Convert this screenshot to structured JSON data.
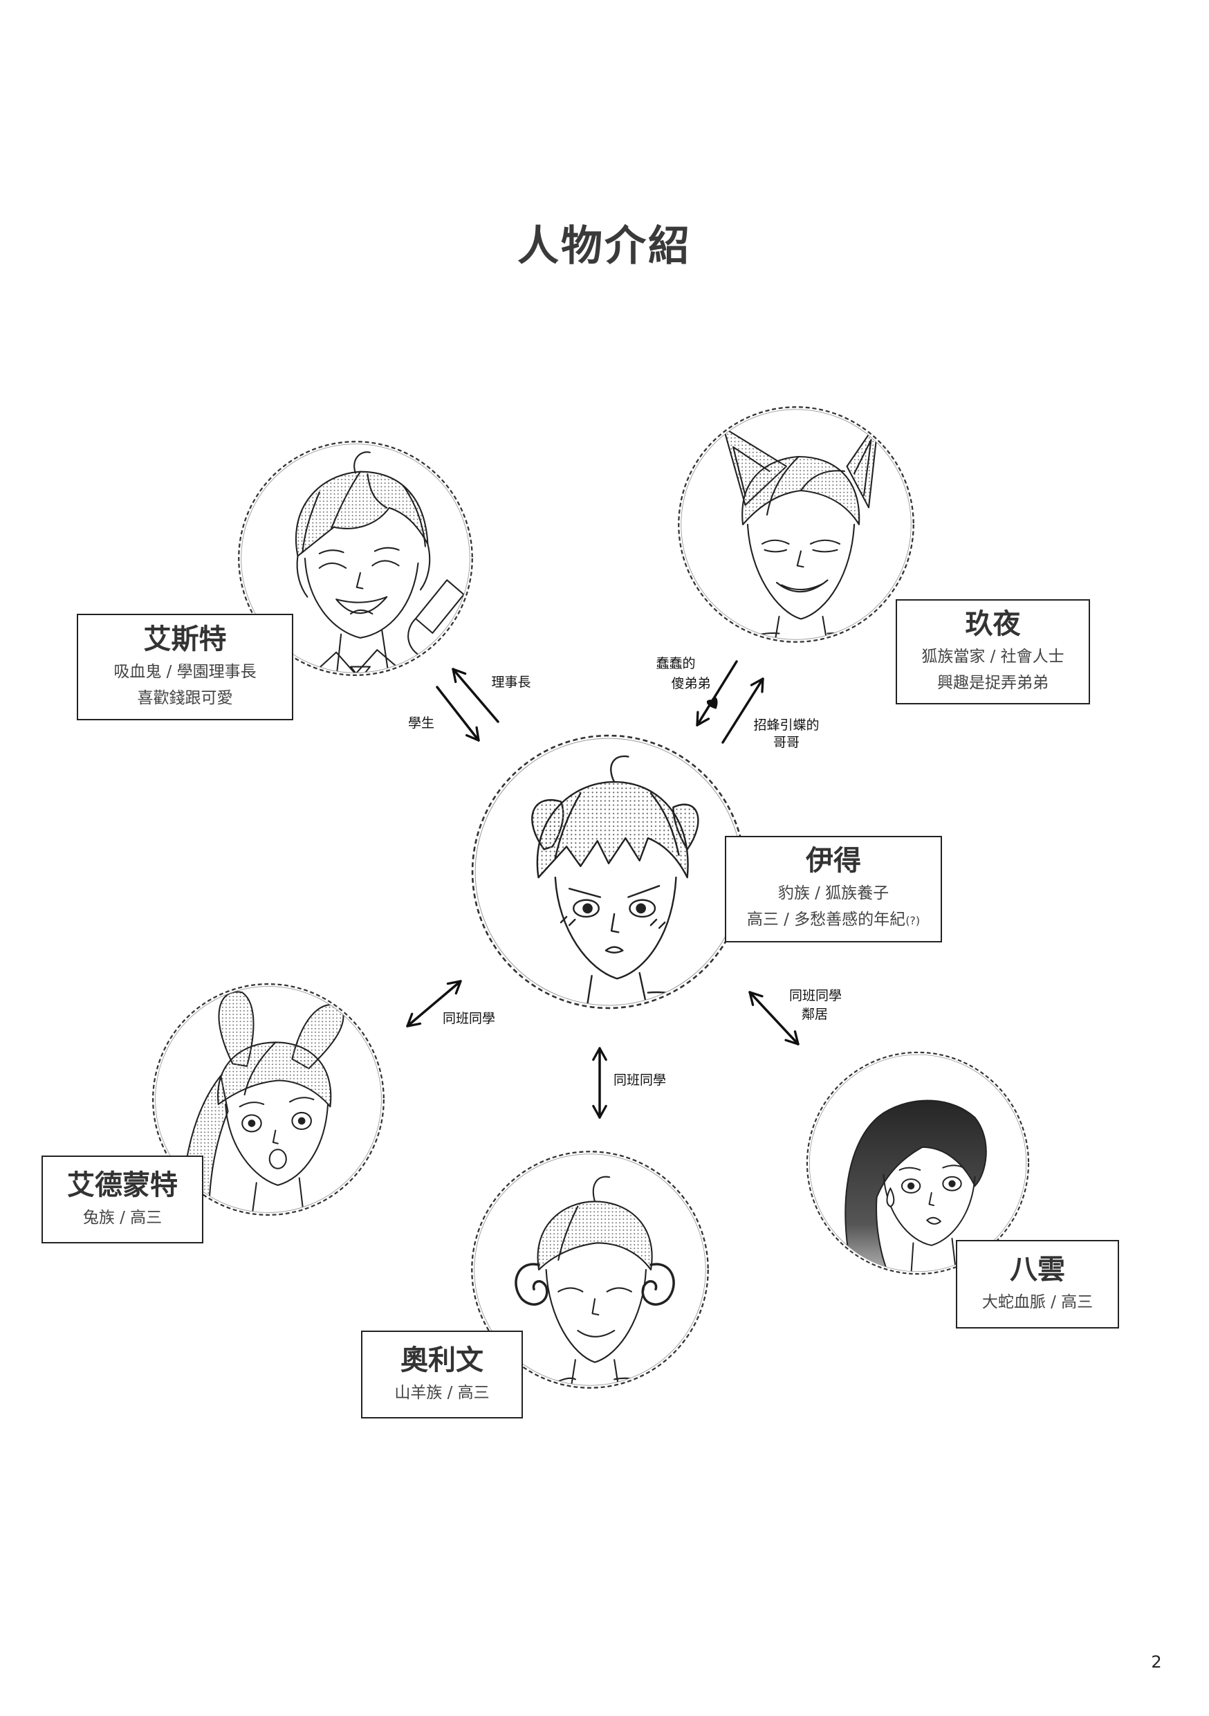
{
  "page": {
    "title": "人物介紹",
    "page_number": "2"
  },
  "characters": [
    {
      "name": "艾斯特",
      "lines": [
        "吸血鬼 / 學園理事長",
        "喜歡錢跟可愛"
      ]
    },
    {
      "name": "玖夜",
      "lines": [
        "狐族當家 / 社會人士",
        "興趣是捉弄弟弟"
      ]
    },
    {
      "name": "伊得",
      "lines": [
        "豹族 / 狐族養子",
        "高三 / 多愁善感的年紀"
      ],
      "note": "(?)"
    },
    {
      "name": "艾德蒙特",
      "lines": [
        "兔族 / 高三"
      ]
    },
    {
      "name": "奧利文",
      "lines": [
        "山羊族 / 高三"
      ]
    },
    {
      "name": "八雲",
      "lines": [
        "大蛇血脈 / 高三"
      ]
    }
  ],
  "relations": [
    {
      "labels": [
        [
          "理事長"
        ],
        [
          "學生"
        ]
      ]
    },
    {
      "labels": [
        [
          "蠢蠢的",
          "傻弟弟"
        ],
        [
          "招蜂引蝶的",
          "哥哥"
        ]
      ]
    },
    {
      "labels": [
        [
          "同班同學"
        ]
      ]
    },
    {
      "labels": [
        [
          "同班同學"
        ]
      ]
    },
    {
      "labels": [
        [
          "同班同學",
          "鄰居"
        ]
      ]
    }
  ],
  "icons": {
    "relation_mark": "heart-icon"
  },
  "colors": {
    "ink": "#222222",
    "text": "#3a3a3a",
    "screentone": "#666666"
  }
}
